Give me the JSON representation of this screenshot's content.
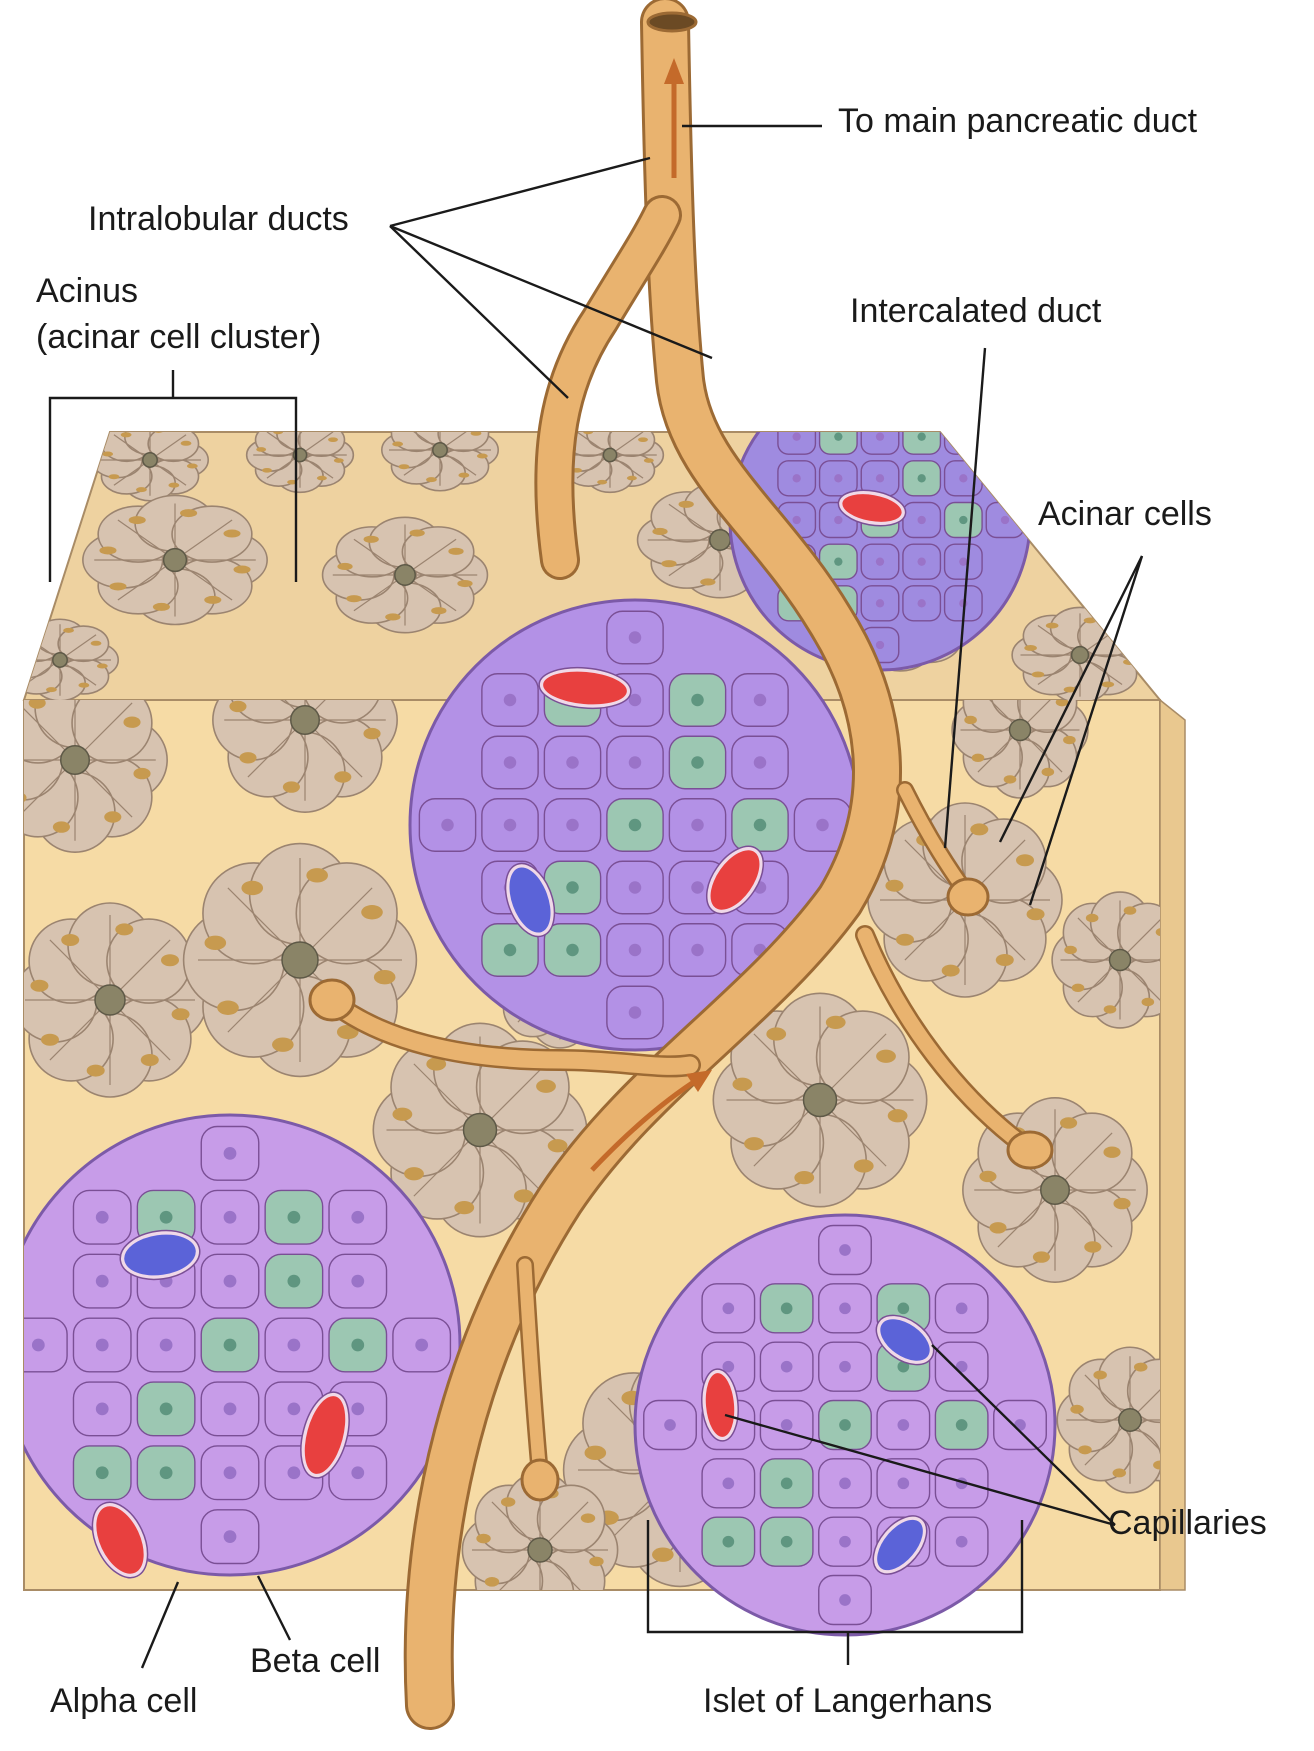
{
  "labels": {
    "to_main_duct": "To main pancreatic duct",
    "intralobular": "Intralobular ducts",
    "acinus_line1": "Acinus",
    "acinus_line2": "(acinar cell cluster)",
    "intercalated": "Intercalated duct",
    "acinar_cells": "Acinar cells",
    "capillaries": "Capillaries",
    "islet": "Islet of Langerhans",
    "alpha": "Alpha cell",
    "beta": "Beta cell"
  },
  "colors": {
    "stroma": "#f6dba5",
    "acinar": "#d7c3b0",
    "acinar_nucleus": "#c79a4f",
    "lumen": "#8a8467",
    "islet_beta": "#c79ce8",
    "islet_alpha": "#9cc7b2",
    "islet_top": "#9f8be0",
    "capillary_red": "#e8403f",
    "capillary_blue": "#5b63d8",
    "duct": "#e9b36f",
    "duct_outline": "#9c6a34",
    "arrow": "#c46a2a"
  }
}
